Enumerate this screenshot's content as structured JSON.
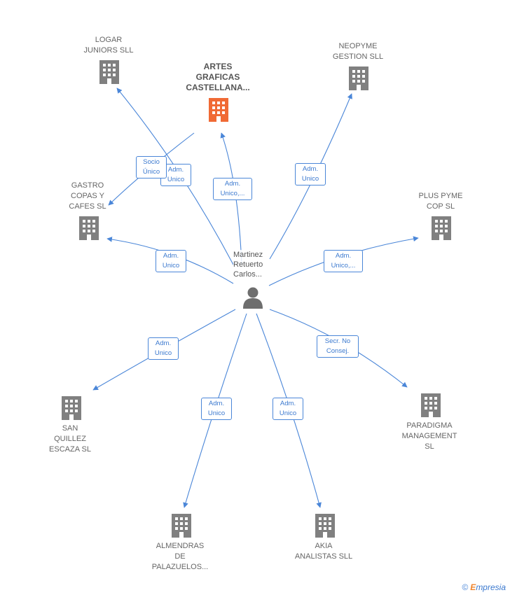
{
  "person": {
    "label": "Martinez\nRetuerto\nCarlos..."
  },
  "main_company": {
    "label": "ARTES\nGRAFICAS\nCASTELLANA...",
    "color": "#f06a35"
  },
  "companies": [
    {
      "id": "logar",
      "label": "LOGAR\nJUNIORS  SLL"
    },
    {
      "id": "neopyme",
      "label": "NEOPYME\nGESTION SLL"
    },
    {
      "id": "gastro",
      "label": "GASTRO\nCOPAS Y\nCAFES  SL"
    },
    {
      "id": "plus",
      "label": "PLUS PYME\nCOP  SL"
    },
    {
      "id": "sanquillez",
      "label": "SAN\nQUILLEZ\nESCAZA  SL"
    },
    {
      "id": "paradigma",
      "label": "PARADIGMA\nMANAGEMENT\nSL"
    },
    {
      "id": "almendras",
      "label": "ALMENDRAS\nDE\nPALAZUELOS..."
    },
    {
      "id": "akia",
      "label": "AKIA\nANALISTAS SLL"
    }
  ],
  "edges": [
    {
      "id": "e-logar",
      "label": "Adm.\nUnico"
    },
    {
      "id": "e-main",
      "label": "Adm.\nUnico,..."
    },
    {
      "id": "e-neopyme",
      "label": "Adm.\nUnico"
    },
    {
      "id": "e-socio",
      "label": "Socio\nÚnico"
    },
    {
      "id": "e-gastro",
      "label": "Adm.\nUnico"
    },
    {
      "id": "e-plus",
      "label": "Adm.\nUnico,..."
    },
    {
      "id": "e-sanquillez",
      "label": "Adm.\nUnico"
    },
    {
      "id": "e-paradigma",
      "label": "Secr.  No\nConsej."
    },
    {
      "id": "e-almendras",
      "label": "Adm.\nUnico"
    },
    {
      "id": "e-akia",
      "label": "Adm.\nUnico"
    }
  ],
  "colors": {
    "edge": "#4a86d8",
    "building": "#808080",
    "building_main": "#f06a35",
    "person": "#6e6e6e"
  },
  "footer": {
    "copyright_symbol": "©",
    "brand_first": "E",
    "brand_rest": "mpresia"
  }
}
